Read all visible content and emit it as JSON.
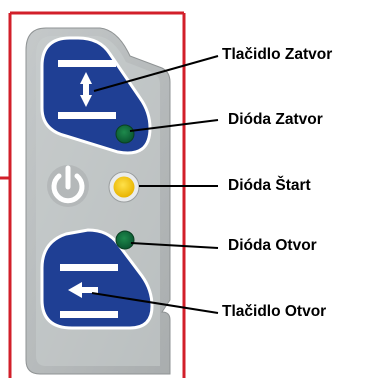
{
  "colors": {
    "frame_red": "#d21f2a",
    "panel_outer": "#b7bbbc",
    "panel_inner": "#cfd3d4",
    "button_blue": "#1f3f94",
    "button_outline": "#ffffff",
    "led_green": "#0f6b3a",
    "led_yellow": "#f5c800",
    "power_icon": "#ffffff",
    "callout_line": "#000000"
  },
  "callouts": [
    {
      "id": "close-button",
      "label": "Tlačidlo Zatvor"
    },
    {
      "id": "close-led",
      "label": "Dióda Zatvor"
    },
    {
      "id": "start-led",
      "label": "Dióda Štart"
    },
    {
      "id": "open-led",
      "label": "Dióda Otvor"
    },
    {
      "id": "open-button",
      "label": "Tlačidlo Otvor"
    }
  ],
  "controls": {
    "close_button": {
      "icon": "arrow-up-between-bars-icon",
      "state": "button"
    },
    "close_led": {
      "color": "green",
      "state": "on"
    },
    "power_icon": {
      "icon": "power-icon"
    },
    "start_led": {
      "color": "yellow",
      "state": "on"
    },
    "open_led": {
      "color": "green",
      "state": "on"
    },
    "open_button": {
      "icon": "arrow-left-between-bars-icon",
      "state": "button"
    }
  }
}
